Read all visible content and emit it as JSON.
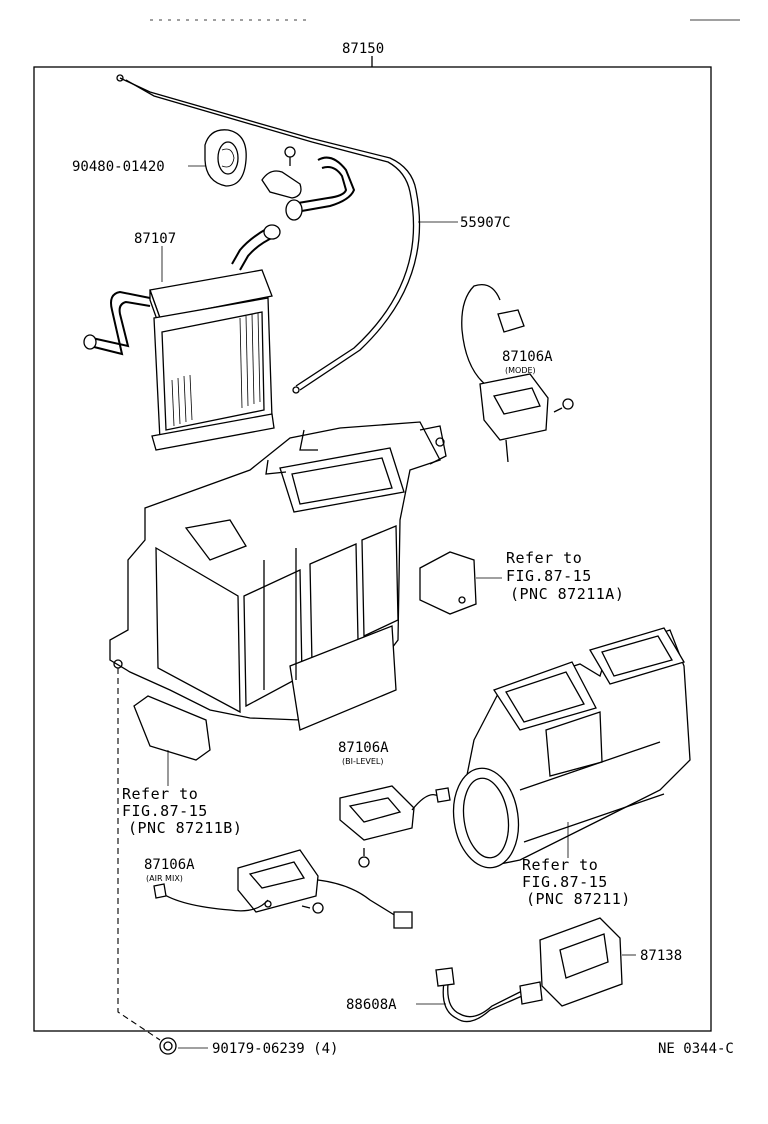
{
  "parts": {
    "assembly": "87150",
    "grommet": "90480-01420",
    "control_cable": "55907C",
    "heater_core": "87107",
    "servo_mode": "87106A",
    "servo_mode_sub": "(MODE)",
    "servo_bilevel": "87106A",
    "servo_bilevel_sub": "(BI-LEVEL)",
    "servo_airmix": "87106A",
    "servo_airmix_sub": "(AIR MIX)",
    "amplifier": "87138",
    "wire": "88608A",
    "clip": "90179-06239 (4)"
  },
  "references": {
    "right": [
      "Refer to",
      "FIG.87-15",
      "(PNC 87211A)"
    ],
    "left": [
      "Refer to",
      "FIG.87-15",
      "(PNC 87211B)"
    ],
    "bottom": [
      "Refer to",
      "FIG.87-15",
      "(PNC 87211)"
    ]
  },
  "footer": {
    "code": "NE 0344-C"
  }
}
